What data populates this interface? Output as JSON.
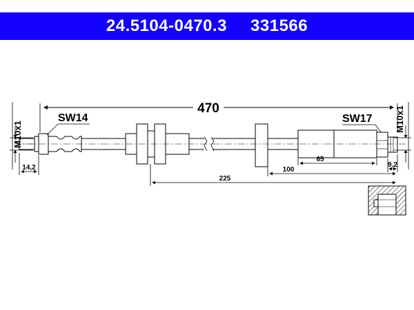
{
  "header": {
    "part_number": "24.5104-0470.3",
    "ref_number": "331566"
  },
  "drawing": {
    "total_length": "470",
    "left_wrench": "SW14",
    "right_wrench": "SW17",
    "left_thread": "M10x1",
    "right_thread": "M10x1",
    "dim_left_fitting": "14,2",
    "dim_right_fitting": "9,2",
    "dim_65": "65",
    "dim_100": "100",
    "dim_225": "225"
  },
  "colors": {
    "header_bg": "#1400ff",
    "header_text": "#ffffff",
    "line": "#000000"
  }
}
